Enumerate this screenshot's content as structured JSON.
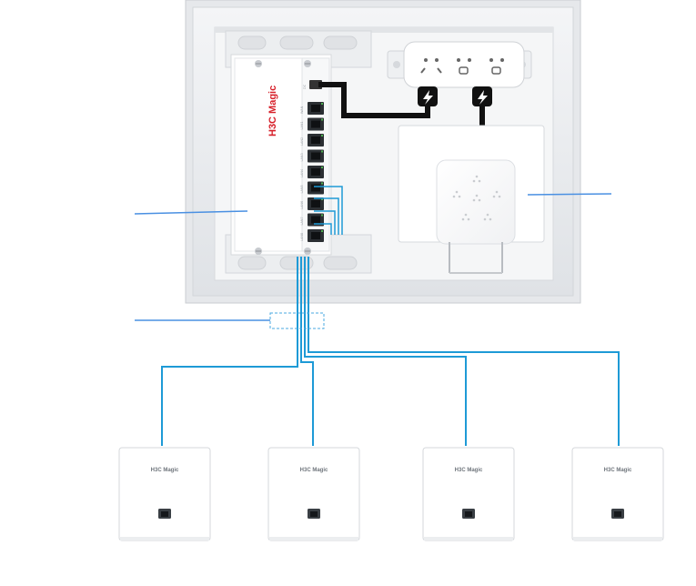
{
  "router": {
    "brand": "H3C Magic",
    "port_labels": [
      "WAN",
      "LAN1",
      "LAN2",
      "LAN3",
      "LAN4",
      "LAN5",
      "LAN6",
      "LAN7",
      "LAN8"
    ],
    "power_label": "DC"
  },
  "access_points": [
    {
      "brand": "H3C Magic"
    },
    {
      "brand": "H3C Magic"
    },
    {
      "brand": "H3C Magic"
    },
    {
      "brand": "H3C Magic"
    }
  ],
  "callouts": [
    {
      "label": ""
    },
    {
      "label": ""
    },
    {
      "label": ""
    }
  ],
  "colors": {
    "cable": "#1e9ad6",
    "leader": "#4a90e2",
    "brand_red": "#d7202a",
    "power_cable": "#111111",
    "panel_frame": "#e9ebee",
    "panel_inner": "#f3f4f6"
  },
  "icons": {
    "power_plug": "plug-icon",
    "ethernet_port": "rj45-port-icon",
    "vent": "vent-holes-icon",
    "screw": "screw-icon"
  }
}
